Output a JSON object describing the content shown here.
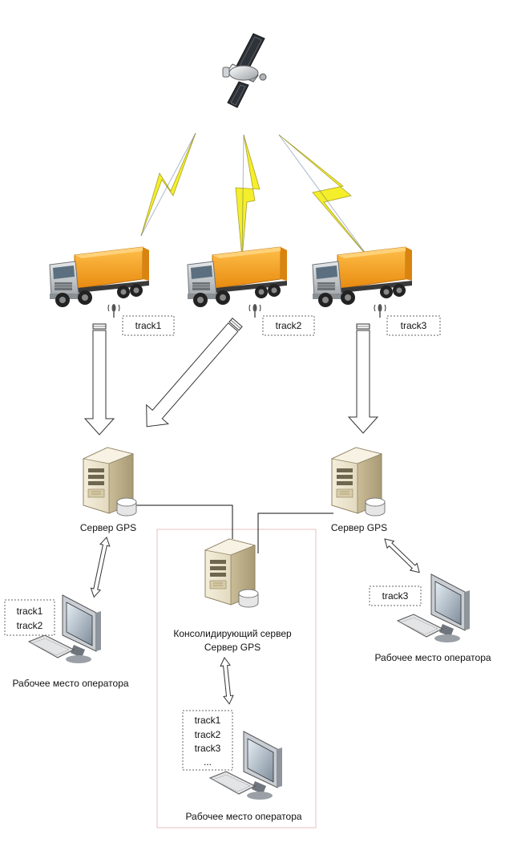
{
  "trucks": [
    {
      "tag": "track1"
    },
    {
      "tag": "track2"
    },
    {
      "tag": "track3"
    }
  ],
  "servers": {
    "left_label": "Сервер GPS",
    "right_label": "Сервер  GPS",
    "center_label_line1": "Консолидирующий сервер",
    "center_label_line2": "Сервер GPS"
  },
  "workstations": {
    "left": {
      "tracks": [
        "track1",
        "track2"
      ],
      "label": "Рабочее место оператора"
    },
    "right": {
      "tracks": [
        "track3"
      ],
      "label": "Рабочее место оператора"
    },
    "center": {
      "tracks": [
        "track1",
        "track2",
        "track3",
        "..."
      ],
      "label": "Рабочее место оператора"
    }
  },
  "colors": {
    "truck_cargo": "#F5A623",
    "truck_cab": "#C8CCD0",
    "lightning": "#F5EE2A",
    "server_body": "#E8DFC6",
    "monitor_screen": "#9DA8B4",
    "frame_border": "#E8C0C0"
  }
}
